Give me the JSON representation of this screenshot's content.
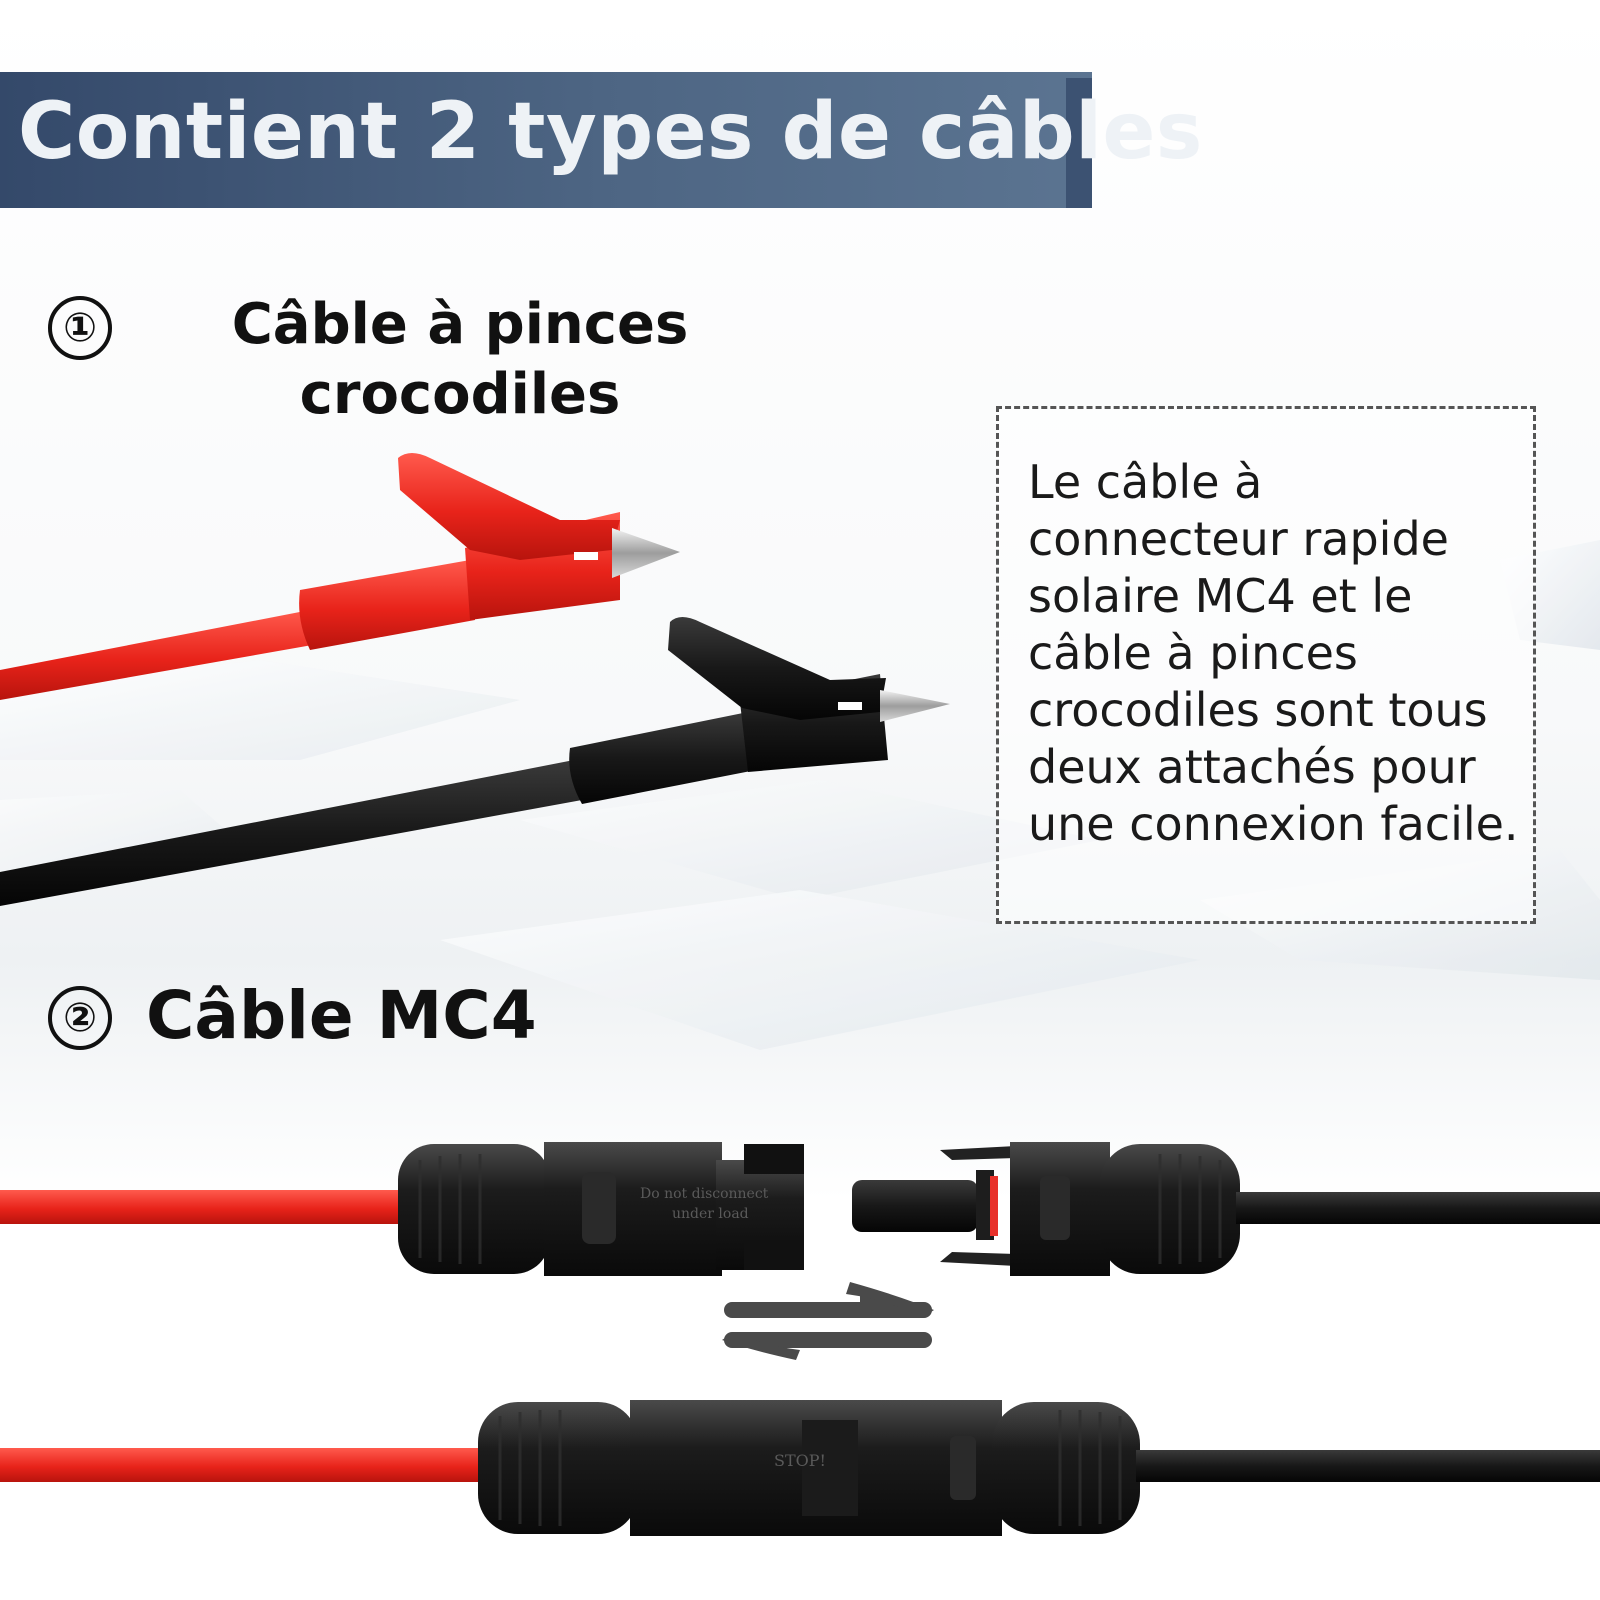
{
  "banner": {
    "title": "Contient 2 types de câbles"
  },
  "section1": {
    "number": "①",
    "title_line1": "Câble à pinces",
    "title_line2": "crocodiles"
  },
  "section2": {
    "number": "②",
    "title": "Câble MC4"
  },
  "description": {
    "text": "Le câble à\nconnecteur rapide\nsolaire MC4 et le\ncâble à pinces\ncrocodiles sont tous\ndeux attachés pour\nune connexion facile."
  },
  "connector_markings": {
    "female_label_line1": "Do not disconnect",
    "female_label_line2": "under load",
    "coupled_label": "STOP!"
  },
  "colors": {
    "red_cable": "#e8312a",
    "black_cable": "#161616",
    "banner": "#3f5676"
  },
  "icons": [
    "alligator-clip-red-icon",
    "alligator-clip-black-icon",
    "mc4-female-connector-icon",
    "mc4-male-connector-icon",
    "bidirectional-arrows-icon",
    "mc4-coupled-connector-icon"
  ]
}
